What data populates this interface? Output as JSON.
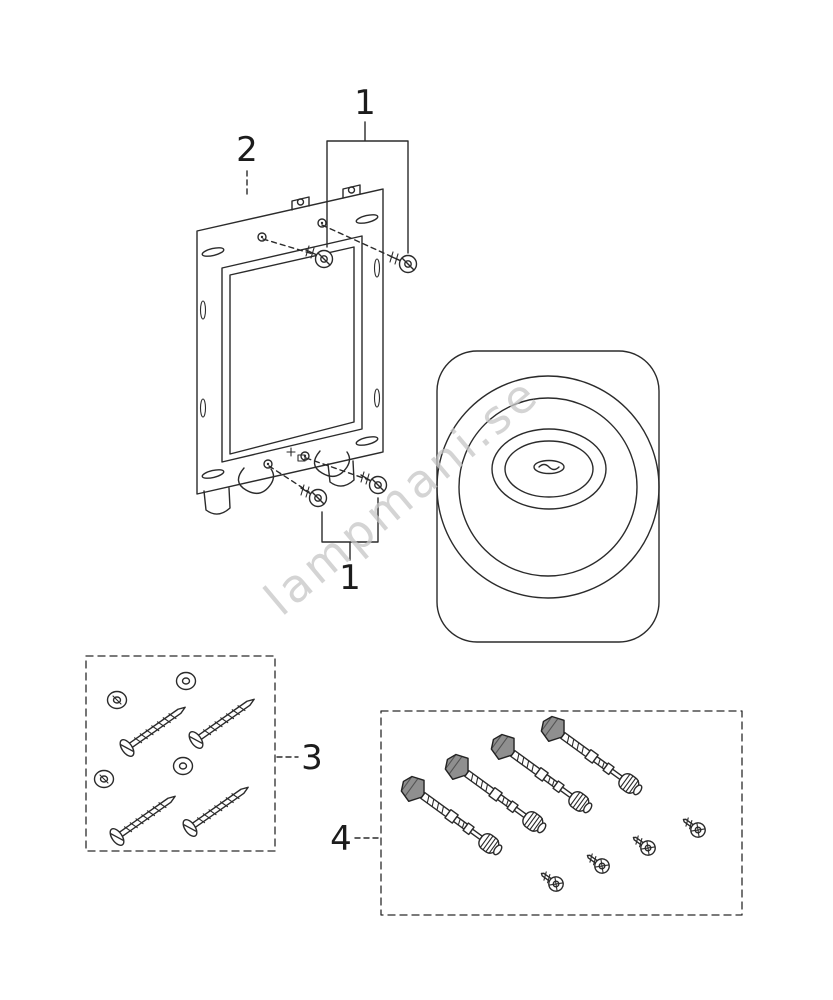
{
  "canvas": {
    "background": "#ffffff",
    "line_color": "#2b2b2b"
  },
  "callouts": {
    "top_screws": "1",
    "frame": "2",
    "bottom_screws": "1",
    "screw_kit": "3",
    "fitting_kit": "4"
  },
  "watermark": {
    "text": "lampmani.se",
    "color": "#c6c6c6"
  }
}
